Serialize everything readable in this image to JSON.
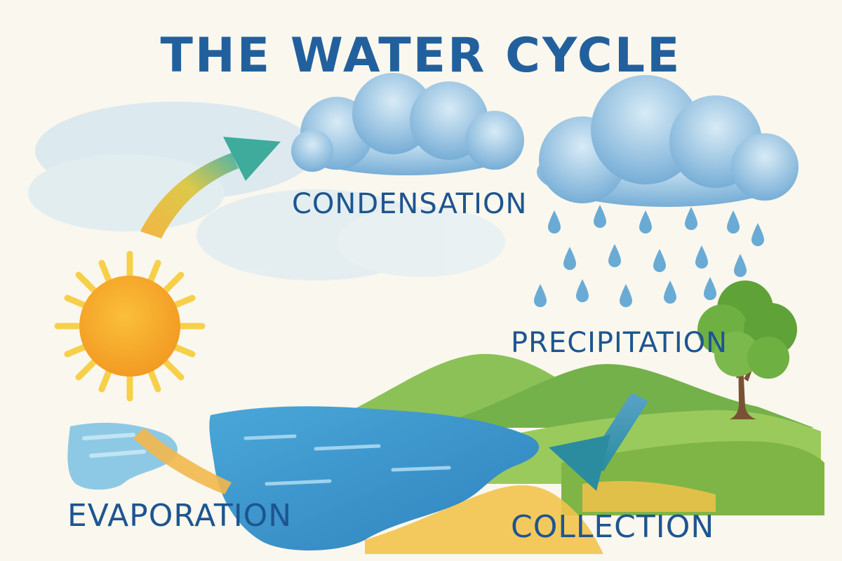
{
  "title": "THE WATER CYCLE",
  "stages": {
    "condensation": "CONDENSATION",
    "precipitation": "PRECIPITATION",
    "evaporation": "EVAPORATION",
    "collection": "COLLECTION"
  },
  "colors": {
    "paper": "#faf7ee",
    "text": "#1d5590",
    "sun": "#f5a623",
    "sun_rays": "#f7d04a",
    "water": "#3b95cc",
    "cloud": "#7fb4d9",
    "hills": "#7fb546",
    "sand": "#efc24a",
    "trunk": "#7a5134",
    "arrow_up": "#f2b84b",
    "arrow_down": "#3a8fb0"
  }
}
